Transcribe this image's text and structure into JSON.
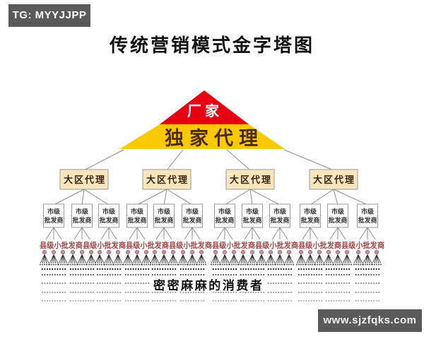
{
  "watermarks": {
    "telegram_badge": "TG: MYYJJPP",
    "website_badge": "www.sjzfqks.com"
  },
  "title": "传统营销模式金字塔图",
  "diagram": {
    "pyramid": {
      "apex_label": "厂家",
      "band_label": "独家代理"
    },
    "regional_agents": {
      "label": "大区代理",
      "count": 4
    },
    "city_wholesalers": {
      "label_line1": "市级",
      "label_line2": "批发商",
      "count": 12
    },
    "county_wholesalers": {
      "label": "县级小批发商",
      "repeat": 8
    },
    "consumer_figures": {
      "groups": 12,
      "figures_per_group": 3
    },
    "consumer_dot_rows": 5,
    "consumers_label": "密密麻麻的消费者"
  },
  "colors": {
    "apex_red": "#e60012",
    "apex_text": "#ffffff",
    "band_yellow": "#fcc800",
    "band_text": "#4a2c0a",
    "agent_box_fill": "#f8e6bf",
    "agent_box_text": "#3a2510",
    "city_box_fill": "#ffffff",
    "city_box_text": "#333333",
    "box_border": "#999999",
    "line": "#8c8c8c",
    "county_text": "#a04848",
    "figure_head": "#c9919b",
    "figure_head_stroke": "#8a5a62",
    "figure_body": "#2a2a2a",
    "consumer_text": "#111111",
    "badge_bg": "#5a5a5a",
    "dot_row_shades": [
      "#262626",
      "#5c5c5c",
      "#8c8c8c",
      "#a0a0a0",
      "#b4b4b4"
    ]
  }
}
